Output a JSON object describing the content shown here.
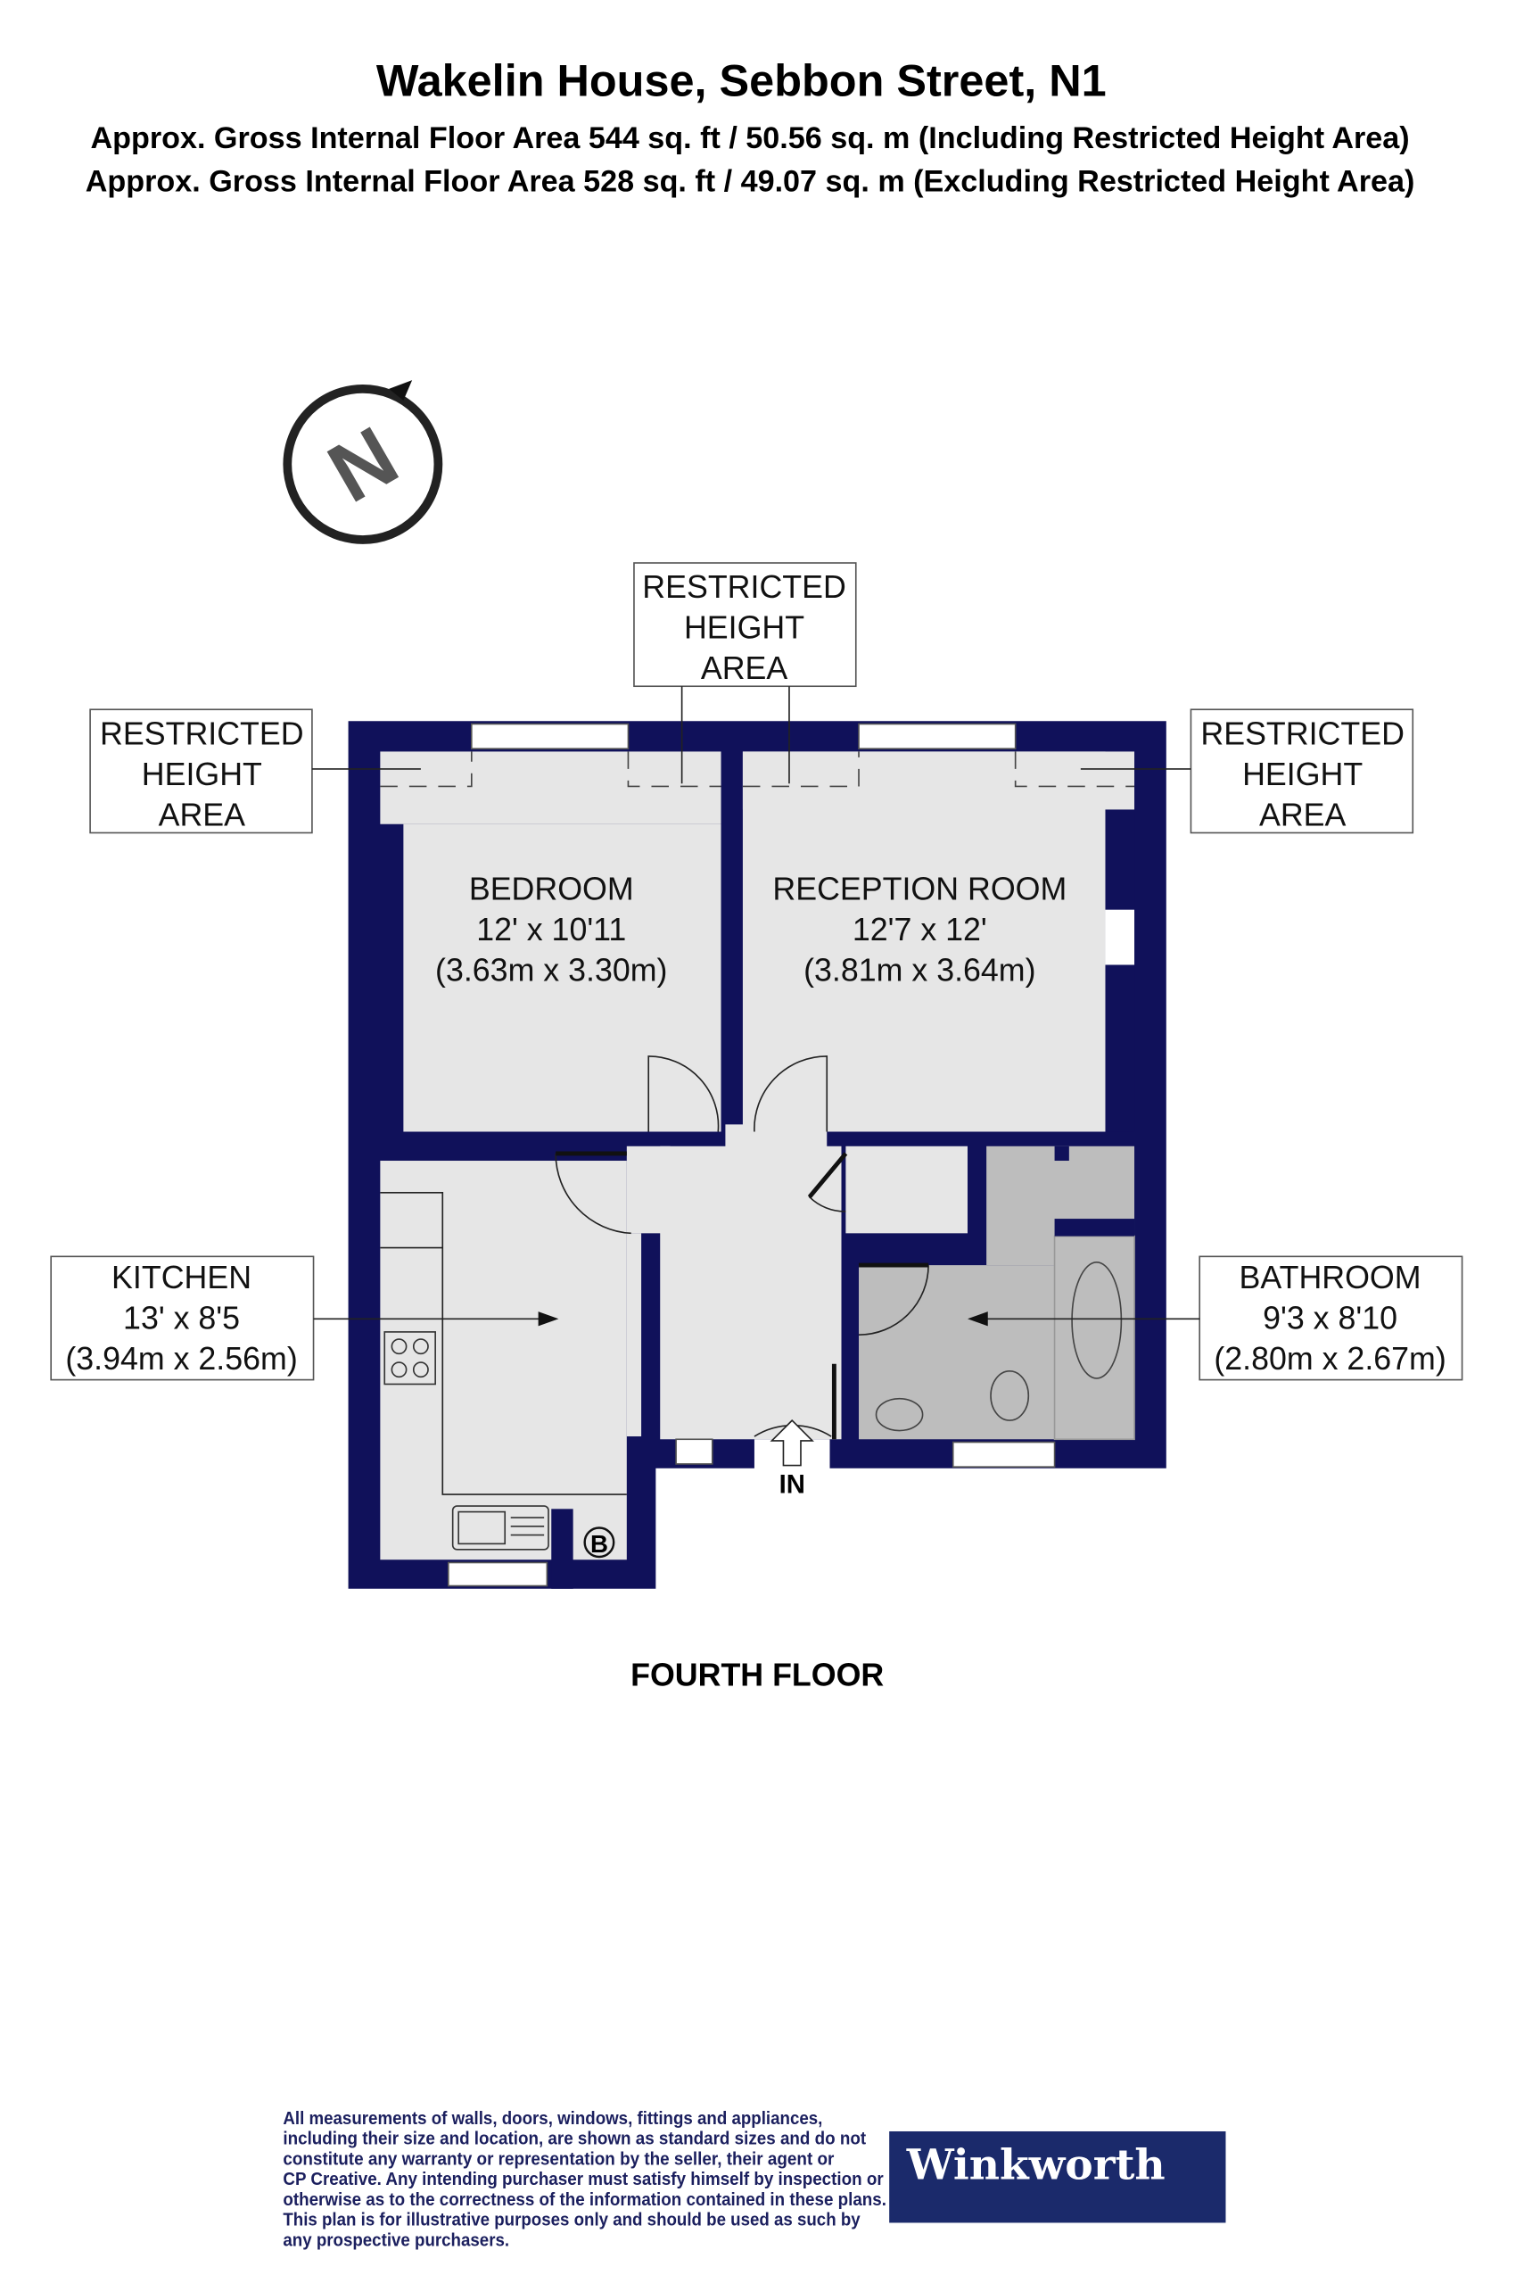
{
  "header": {
    "title": "Wakelin House, Sebbon Street, N1",
    "area_including": "Approx. Gross Internal Floor Area 544 sq. ft / 50.56 sq. m (Including Restricted Height Area)",
    "area_excluding": "Approx. Gross Internal Floor Area 528 sq. ft / 49.07 sq. m (Excluding Restricted Height Area)"
  },
  "compass": {
    "icon": "north-compass-icon",
    "letter": "N"
  },
  "restricted_label": [
    "RESTRICTED",
    "HEIGHT",
    "AREA"
  ],
  "rooms": {
    "bedroom": {
      "name": "BEDROOM",
      "imperial": "12' x 10'11",
      "metric": "(3.63m x 3.30m)"
    },
    "reception": {
      "name": "RECEPTION ROOM",
      "imperial": "12'7 x 12'",
      "metric": "(3.81m x 3.64m)"
    },
    "kitchen": {
      "name": "KITCHEN",
      "imperial": "13' x 8'5",
      "metric": "(3.94m x 2.56m)"
    },
    "bathroom": {
      "name": "BATHROOM",
      "imperial": "9'3 x 8'10",
      "metric": "(2.80m x 2.67m)"
    }
  },
  "entrance_label": "IN",
  "boiler_label": "B",
  "floor_name": "FOURTH FLOOR",
  "disclaimer": [
    "All measurements of walls, doors, windows, fittings and appliances,",
    "including their size and location, are shown as standard sizes and do not",
    "constitute any warranty or representation by the seller, their agent or",
    "CP Creative. Any intending purchaser must satisfy himself by inspection or",
    "otherwise as to the correctness of the information contained in these plans.",
    "This plan is for illustrative purposes only and should be used as such by",
    "any prospective purchasers."
  ],
  "logo": {
    "text": "Winkworth",
    "color": "#1b2a6b"
  },
  "colors": {
    "wall": "#10115a",
    "floor": "#e6e6e6",
    "bathroom": "#bdbdbd"
  }
}
